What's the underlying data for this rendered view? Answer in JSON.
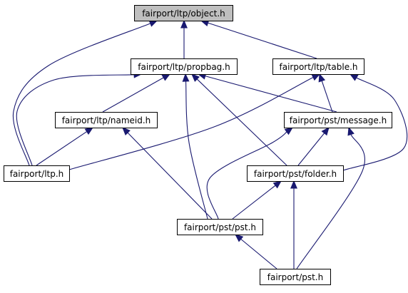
{
  "graph": {
    "colors": {
      "edge": "#191970",
      "node_fill": "#ffffff",
      "highlight_fill": "#bfbfbf",
      "node_border": "#000000"
    },
    "nodes": [
      {
        "id": "object",
        "label": "fairport/ltp/object.h",
        "highlighted": true
      },
      {
        "id": "propbag",
        "label": "fairport/ltp/propbag.h"
      },
      {
        "id": "table",
        "label": "fairport/ltp/table.h"
      },
      {
        "id": "nameid",
        "label": "fairport/ltp/nameid.h"
      },
      {
        "id": "message",
        "label": "fairport/pst/message.h"
      },
      {
        "id": "ltp",
        "label": "fairport/ltp.h"
      },
      {
        "id": "folder",
        "label": "fairport/pst/folder.h"
      },
      {
        "id": "pst_pst",
        "label": "fairport/pst/pst.h"
      },
      {
        "id": "pst",
        "label": "fairport/pst.h"
      }
    ],
    "edges": [
      {
        "from": "propbag",
        "to": "object"
      },
      {
        "from": "table",
        "to": "object"
      },
      {
        "from": "ltp",
        "to": "object"
      },
      {
        "from": "nameid",
        "to": "propbag"
      },
      {
        "from": "message",
        "to": "propbag"
      },
      {
        "from": "ltp",
        "to": "propbag"
      },
      {
        "from": "folder",
        "to": "propbag"
      },
      {
        "from": "pst_pst",
        "to": "propbag"
      },
      {
        "from": "message",
        "to": "table"
      },
      {
        "from": "ltp",
        "to": "table"
      },
      {
        "from": "folder",
        "to": "table"
      },
      {
        "from": "ltp",
        "to": "nameid"
      },
      {
        "from": "pst_pst",
        "to": "nameid"
      },
      {
        "from": "folder",
        "to": "message"
      },
      {
        "from": "pst_pst",
        "to": "message"
      },
      {
        "from": "pst",
        "to": "message"
      },
      {
        "from": "pst_pst",
        "to": "folder"
      },
      {
        "from": "pst",
        "to": "folder"
      },
      {
        "from": "pst",
        "to": "pst_pst"
      }
    ]
  }
}
